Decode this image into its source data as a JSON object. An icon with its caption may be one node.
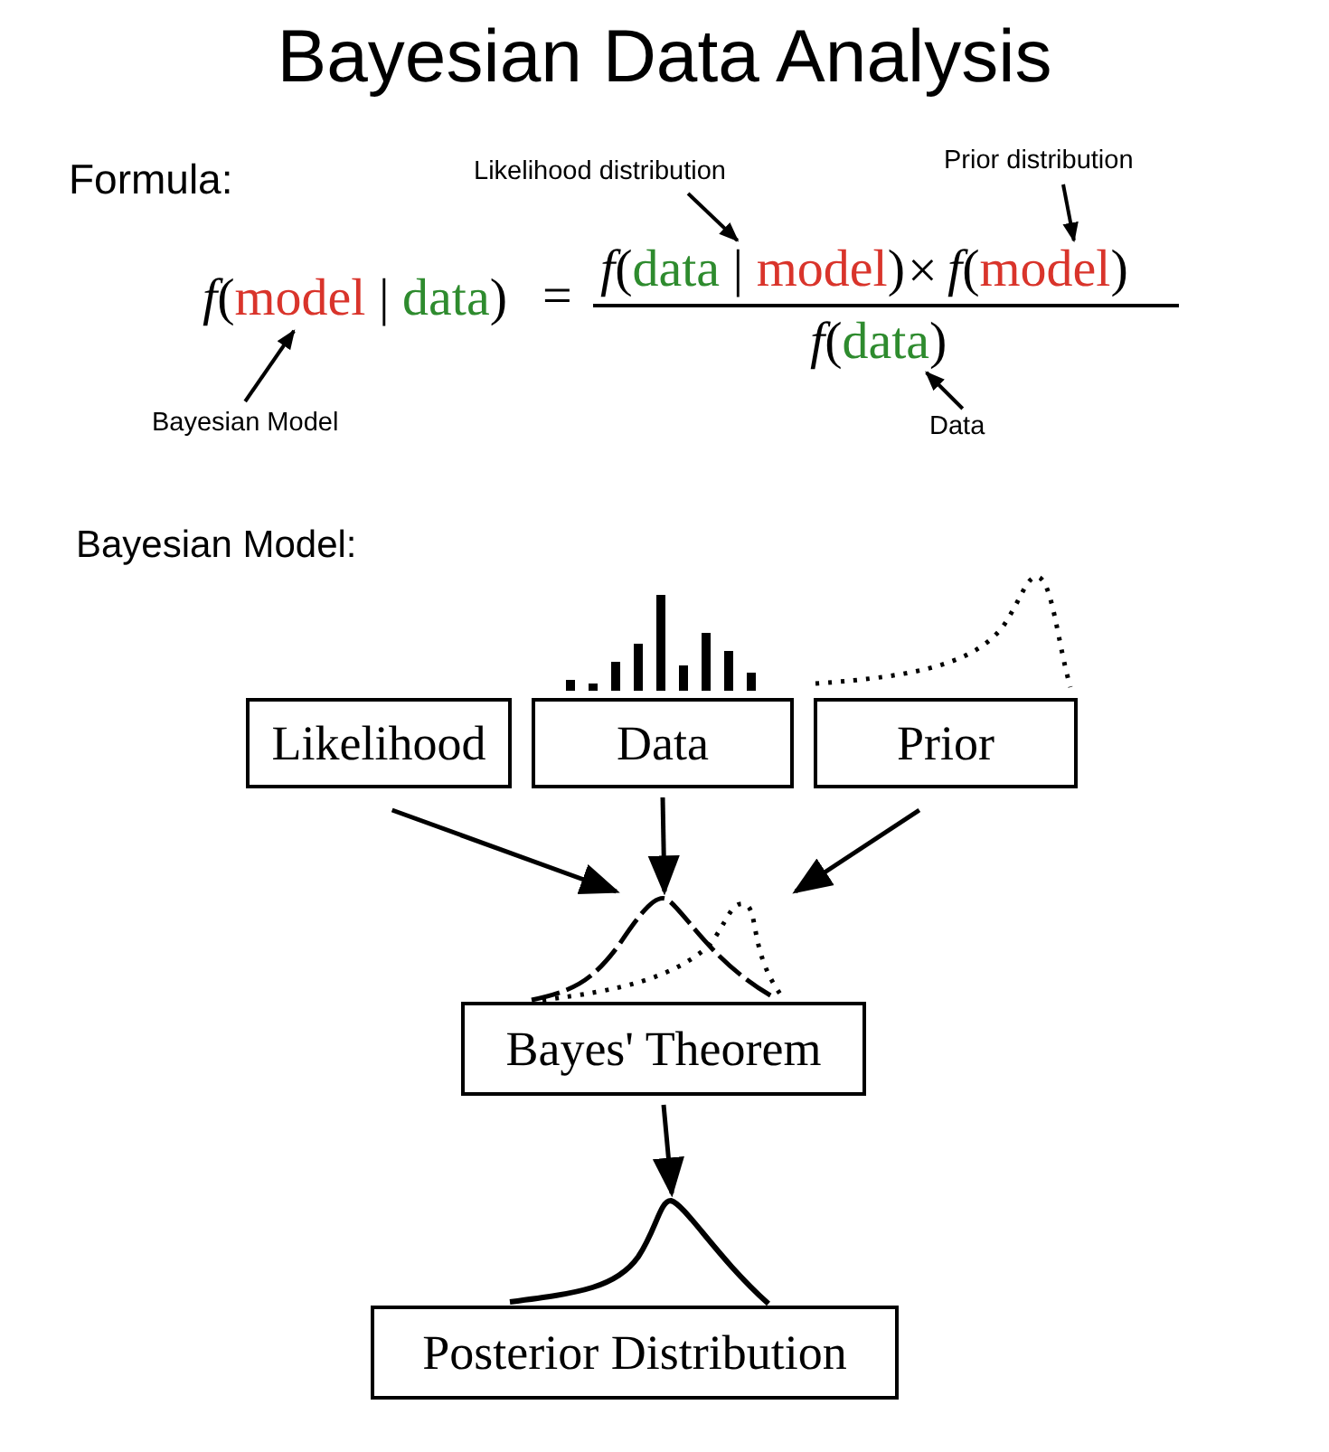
{
  "diagram": {
    "title": "Bayesian Data Analysis",
    "nodes": [
      {
        "text": [
          "Likelihood distribution"
        ]
      },
      {
        "text": [
          "Prior distribution"
        ]
      },
      {
        "text": [
          "f(model | data)"
        ]
      },
      {
        "text": [
          "f(data | model)"
        ]
      },
      {
        "text": [
          "f(model)"
        ]
      },
      {
        "text": [
          "f(data)"
        ]
      },
      {
        "text": [
          "Bayesian Model"
        ]
      },
      {
        "text": [
          "Data"
        ]
      },
      {
        "text": [
          "Likelihood"
        ]
      },
      {
        "text": [
          "Data"
        ]
      },
      {
        "text": [
          "Prior"
        ]
      },
      {
        "text": [],
        "shape": "picture"
      },
      {
        "text": [
          "Bayes' Theorem"
        ]
      },
      {
        "text": [],
        "shape": "picture"
      },
      {
        "text": [
          "Posterior Distribution"
        ]
      }
    ],
    "edges": [
      {
        "from": 0,
        "to": 3,
        "arrow": "to"
      },
      {
        "from": 1,
        "to": 4,
        "arrow": "to"
      },
      {
        "from": 6,
        "to": 2,
        "arrow": "to"
      },
      {
        "from": 7,
        "to": 5,
        "arrow": "to"
      },
      {
        "from": 8,
        "to": 11,
        "arrow": "to"
      },
      {
        "from": 9,
        "to": 11,
        "arrow": "to"
      },
      {
        "from": 10,
        "to": 11,
        "arrow": "to"
      },
      {
        "from": 12,
        "to": 13,
        "arrow": "to"
      }
    ],
    "labels": [
      "Formula:",
      "=",
      "×",
      "Bayesian Model:"
    ]
  }
}
